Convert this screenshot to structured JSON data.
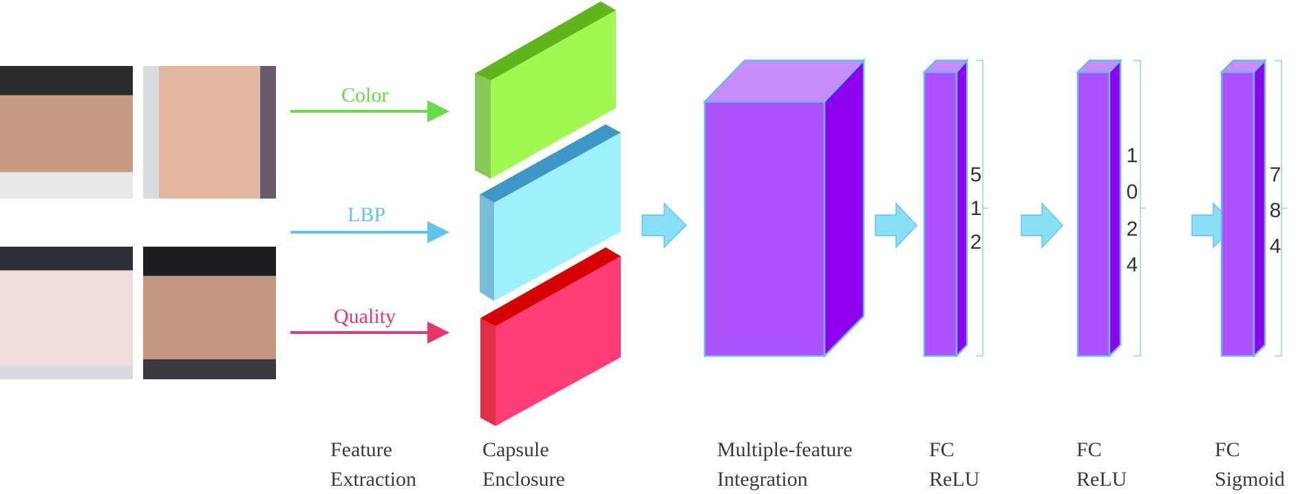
{
  "features": [
    {
      "label": "Color",
      "color": "#66dd44"
    },
    {
      "label": "LBP",
      "color": "#5ec6ee"
    },
    {
      "label": "Quality",
      "color": "#e8356a"
    }
  ],
  "layer_sizes": {
    "fc1": [
      "5",
      "1",
      "2"
    ],
    "fc2": [
      "1",
      "0",
      "2",
      "4"
    ],
    "fc3": [
      "7",
      "8",
      "4"
    ]
  },
  "stages": [
    {
      "line1": "Feature",
      "line2": "Extraction"
    },
    {
      "line1": "Capsule",
      "line2": "Enclosure"
    },
    {
      "line1": "Multiple-feature",
      "line2": "Integration"
    },
    {
      "line1": "FC",
      "line2": "ReLU"
    },
    {
      "line1": "FC",
      "line2": "ReLU"
    },
    {
      "line1": "FC",
      "line2": "Sigmoid"
    }
  ],
  "colors": {
    "purple_front": "#ac52fc",
    "purple_top": "#c88cfc",
    "purple_side": "#8c00ee",
    "arrow": "#88e0f8",
    "edge": "#6ab8f0"
  }
}
